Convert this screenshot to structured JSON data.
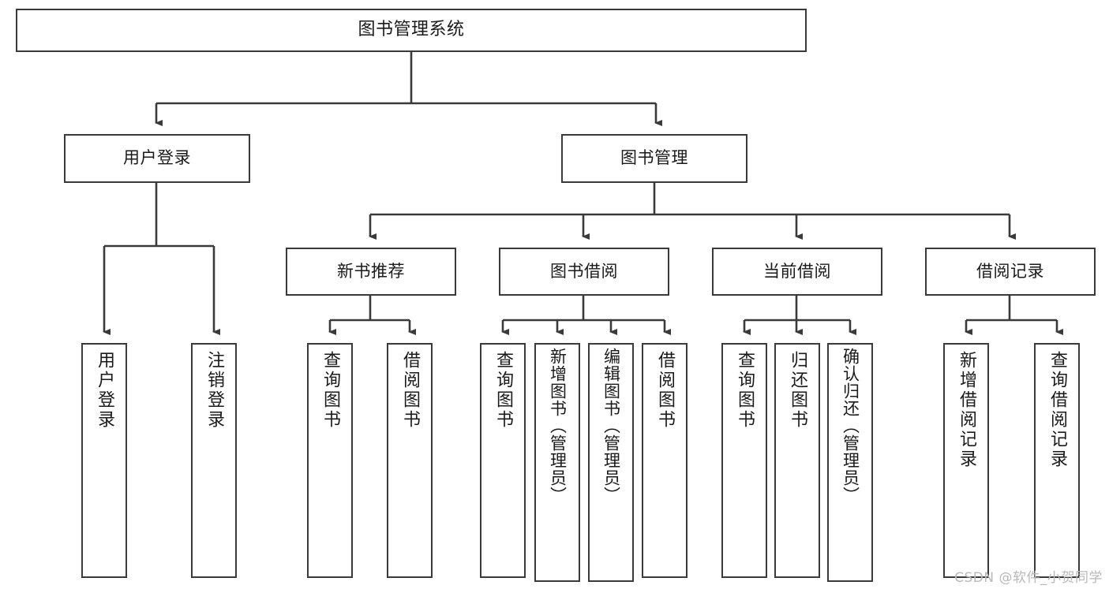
{
  "diagram": {
    "title": "图书管理系统",
    "type": "功能结构图",
    "stroke_color": "#3a3a3a",
    "text_color": "#1a1a1a",
    "background_color": "#ffffff"
  },
  "nodes": {
    "root": {
      "label": "图书管理系统"
    },
    "level2": [
      {
        "id": "user-login",
        "label": "用户登录"
      },
      {
        "id": "book-manage",
        "label": "图书管理"
      }
    ],
    "level3": [
      {
        "id": "new-book-recommend",
        "label": "新书推荐"
      },
      {
        "id": "book-borrow",
        "label": "图书借阅"
      },
      {
        "id": "current-borrow",
        "label": "当前借阅"
      },
      {
        "id": "borrow-record",
        "label": "借阅记录"
      }
    ],
    "leaves": [
      {
        "id": "leaf-user-login",
        "label": "用户登录",
        "parent": "user-login"
      },
      {
        "id": "leaf-logout",
        "label": "注销登录",
        "parent": "user-login"
      },
      {
        "id": "leaf-query-book-1",
        "label": "查询图书",
        "parent": "new-book-recommend"
      },
      {
        "id": "leaf-borrow-book-1",
        "label": "借阅图书",
        "parent": "new-book-recommend"
      },
      {
        "id": "leaf-query-book-2",
        "label": "查询图书",
        "parent": "book-borrow"
      },
      {
        "id": "leaf-add-book",
        "label": "新增图书（管理员）",
        "parent": "book-borrow"
      },
      {
        "id": "leaf-edit-book",
        "label": "编辑图书（管理员）",
        "parent": "book-borrow"
      },
      {
        "id": "leaf-borrow-book-2",
        "label": "借阅图书",
        "parent": "book-borrow"
      },
      {
        "id": "leaf-query-book-3",
        "label": "查询图书",
        "parent": "current-borrow"
      },
      {
        "id": "leaf-return-book",
        "label": "归还图书",
        "parent": "current-borrow"
      },
      {
        "id": "leaf-confirm-return",
        "label": "确认归还（管理员）",
        "parent": "current-borrow"
      },
      {
        "id": "leaf-add-record",
        "label": "新增借阅记录",
        "parent": "borrow-record"
      },
      {
        "id": "leaf-query-record",
        "label": "查询借阅记录",
        "parent": "borrow-record"
      }
    ]
  },
  "watermark": {
    "text": "CSDN @软件_小贺同学"
  }
}
